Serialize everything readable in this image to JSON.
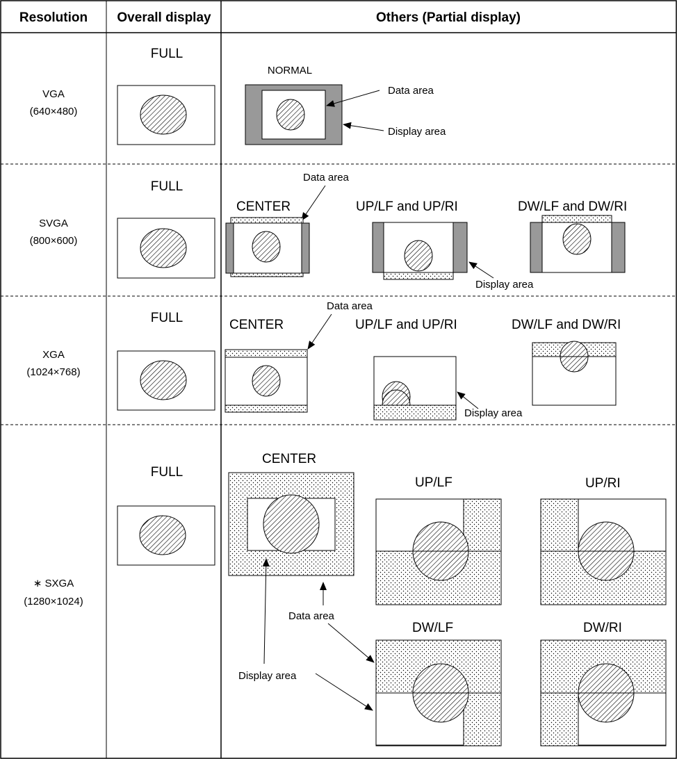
{
  "headers": {
    "resolution": "Resolution",
    "overall": "Overall display",
    "others": "Others (Partial display)"
  },
  "rows": [
    {
      "id": "vga",
      "resolution": "VGA",
      "pixels": "(640×480)",
      "overall_mode": "FULL",
      "modes": [
        "NORMAL"
      ],
      "labels": [
        "Data area",
        "Display area"
      ]
    },
    {
      "id": "svga",
      "resolution": "SVGA",
      "pixels": "(800×600)",
      "overall_mode": "FULL",
      "modes": [
        "CENTER",
        "UP/LF and UP/RI",
        "DW/LF and DW/RI"
      ],
      "labels": [
        "Data area",
        "Display area"
      ]
    },
    {
      "id": "xga",
      "resolution": "XGA",
      "pixels": "(1024×768)",
      "overall_mode": "FULL",
      "modes": [
        "CENTER",
        "UP/LF and UP/RI",
        "DW/LF and DW/RI"
      ],
      "labels": [
        "Data area",
        "Display area"
      ]
    },
    {
      "id": "sxga",
      "resolution": "∗ SXGA",
      "pixels": "(1280×1024)",
      "overall_mode": "FULL",
      "modes": [
        "CENTER",
        "UP/LF",
        "UP/RI",
        "DW/LF",
        "DW/RI"
      ],
      "labels": [
        "Data area",
        "Display area"
      ]
    }
  ],
  "colors": {
    "line": "#000000",
    "gray_area": "#999999",
    "background": "#ffffff"
  }
}
